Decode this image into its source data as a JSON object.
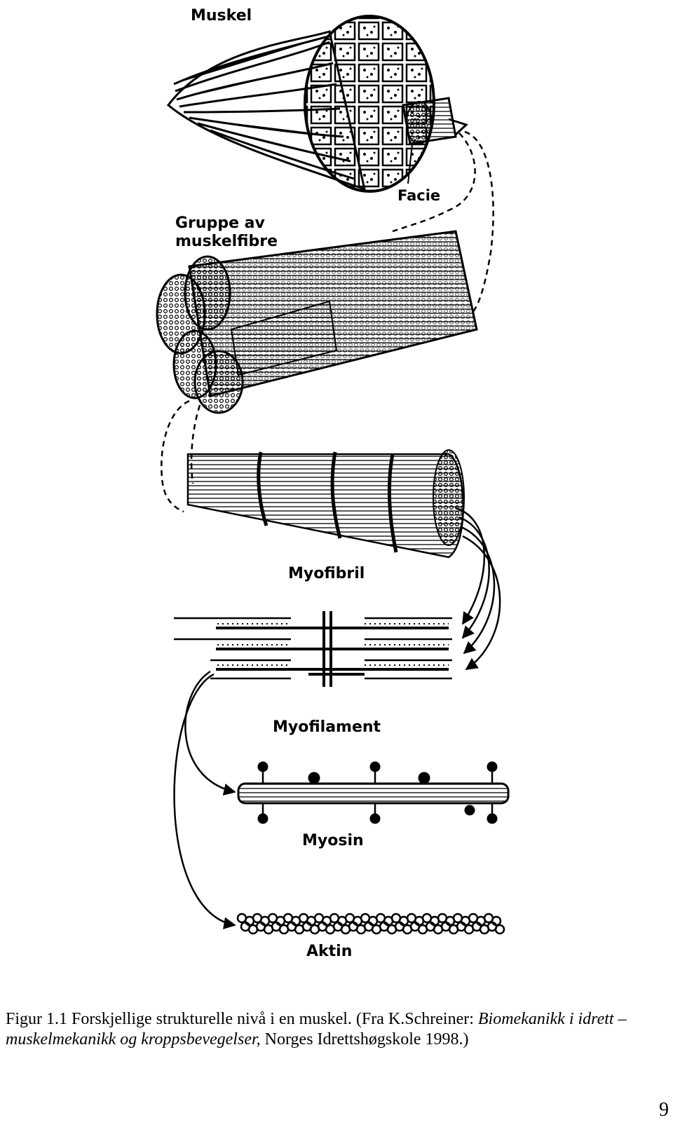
{
  "figure": {
    "labels": {
      "muskel": "Muskel",
      "facie": "Facie",
      "gruppe": "Gruppe av muskelfibre",
      "myofibril": "Myofibril",
      "myofilament": "Myofilament",
      "myosin": "Myosin",
      "aktin": "Aktin"
    }
  },
  "caption": {
    "part1": "Figur 1.1 Forskjellige strukturelle nivå i en muskel. (Fra K.Schreiner: ",
    "italic": "Biomekanikk i idrett – muskelmekanikk og kroppsbevegelser,",
    "part2": " Norges Idrettshøgskole 1998.)"
  },
  "page_number": "9"
}
